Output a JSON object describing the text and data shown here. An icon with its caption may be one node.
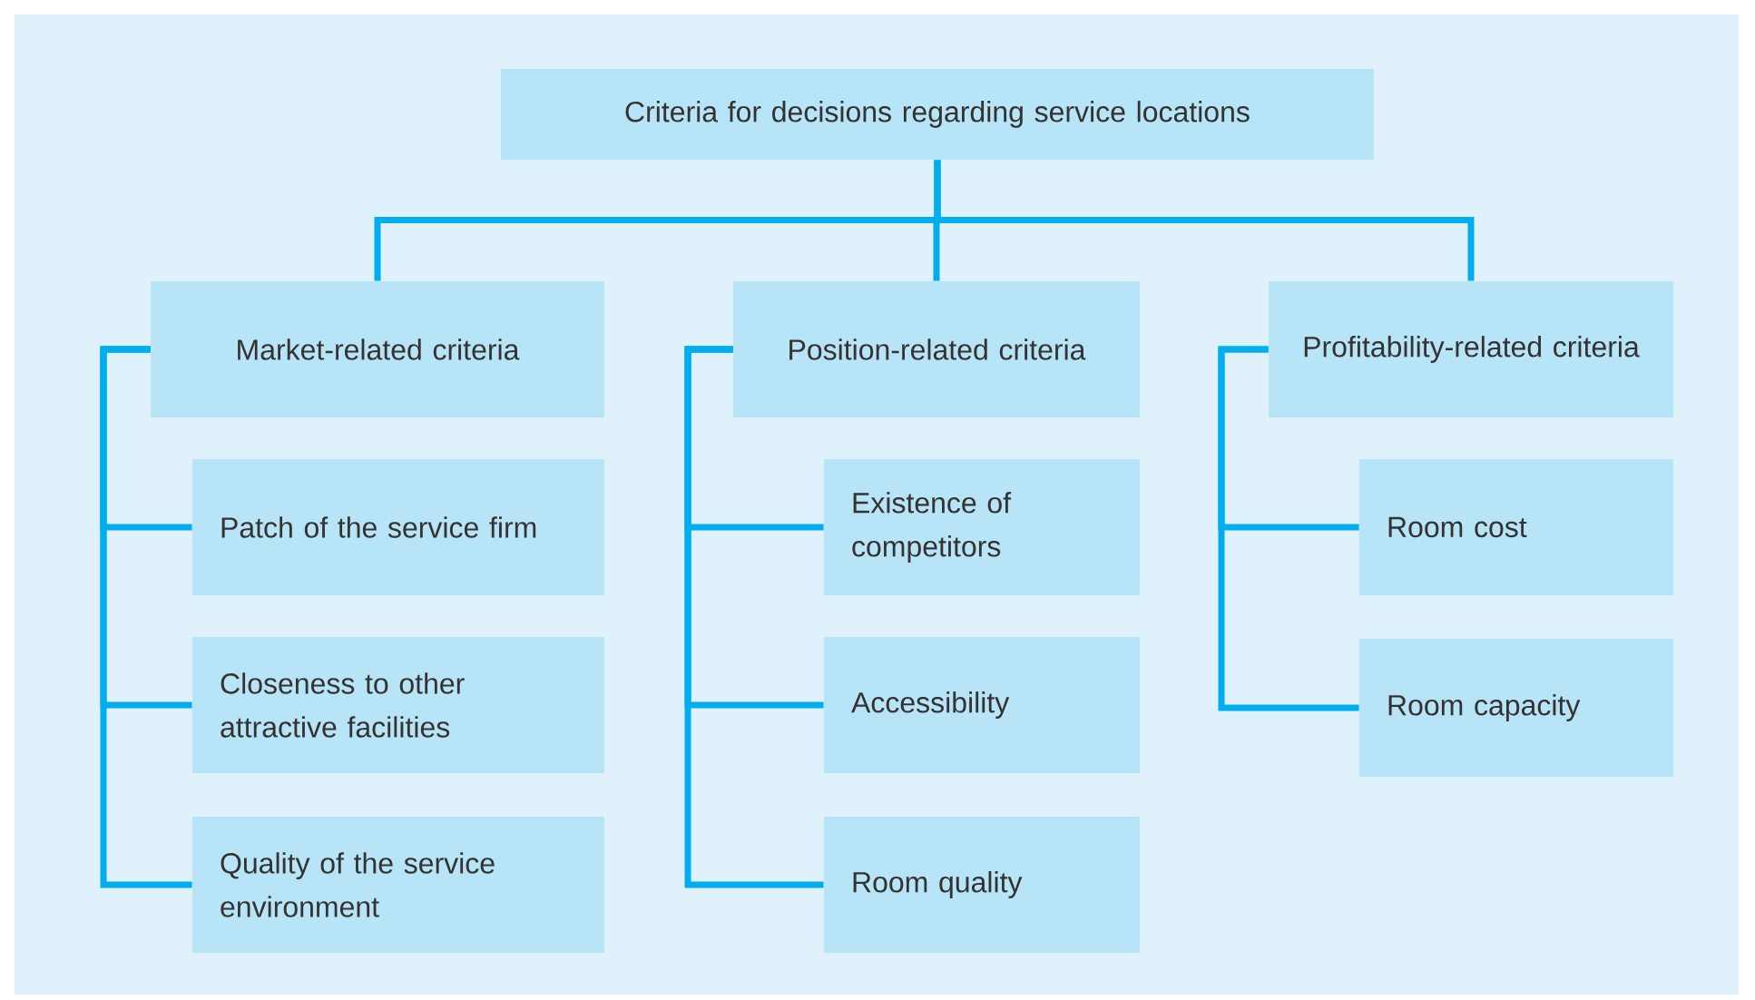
{
  "diagram": {
    "nodes": [
      {
        "text": [
          "Criteria for decisions regarding service locations"
        ]
      },
      {
        "text": [
          "Market-related criteria"
        ]
      },
      {
        "text": [
          "Position-related criteria"
        ]
      },
      {
        "text": [
          "Profitability-related criteria"
        ]
      },
      {
        "text": [
          "Patch of the service firm"
        ]
      },
      {
        "text": [
          "Closeness to other attractive facilities"
        ]
      },
      {
        "text": [
          "Quality of the service environment"
        ]
      },
      {
        "text": [
          "Existence of competitors"
        ]
      },
      {
        "text": [
          "Accessibility"
        ]
      },
      {
        "text": [
          "Room quality"
        ]
      },
      {
        "text": [
          "Room cost"
        ]
      },
      {
        "text": [
          "Room capacity"
        ]
      }
    ],
    "edges": [
      {
        "from": 0,
        "to": 1,
        "arrow": "none"
      },
      {
        "from": 0,
        "to": 2,
        "arrow": "none"
      },
      {
        "from": 0,
        "to": 3,
        "arrow": "none"
      },
      {
        "from": 1,
        "to": 4,
        "arrow": "none"
      },
      {
        "from": 1,
        "to": 5,
        "arrow": "none"
      },
      {
        "from": 1,
        "to": 6,
        "arrow": "none"
      },
      {
        "from": 2,
        "to": 7,
        "arrow": "none"
      },
      {
        "from": 2,
        "to": 8,
        "arrow": "none"
      },
      {
        "from": 2,
        "to": 9,
        "arrow": "none"
      },
      {
        "from": 3,
        "to": 10,
        "arrow": "none"
      },
      {
        "from": 3,
        "to": 11,
        "arrow": "none"
      }
    ]
  }
}
